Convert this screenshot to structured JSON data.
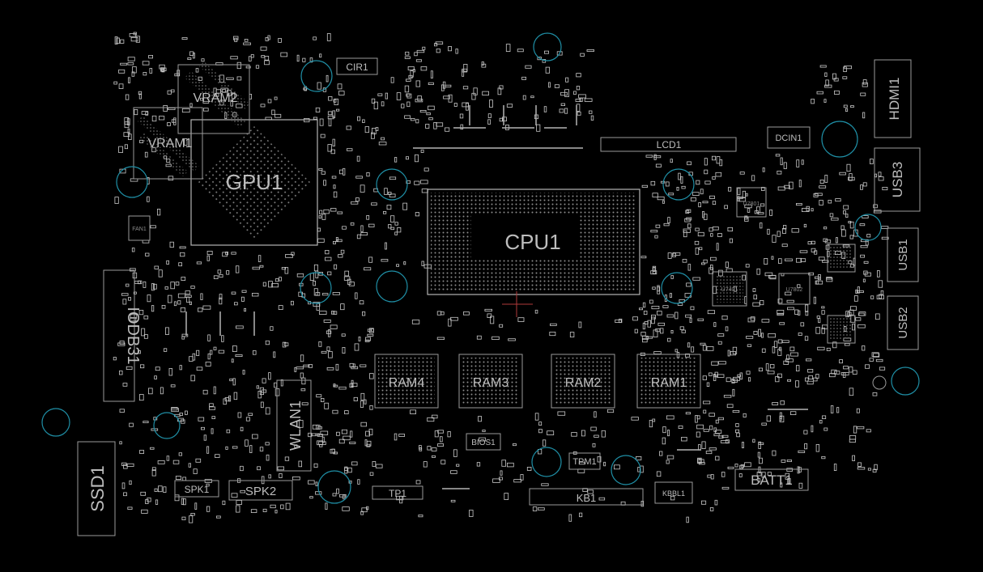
{
  "board": {
    "background": "#000000",
    "outline_color": "#9a9a9a",
    "hole_color": "#1f8fa6",
    "cross_color": "#b03a3a"
  },
  "labels": {
    "cpu": "CPU1",
    "gpu": "GPU1",
    "vram1": "VRAM1",
    "vram2": "VRAM2",
    "ram1": "RAM1",
    "ram2": "RAM2",
    "ram3": "RAM3",
    "ram4": "RAM4",
    "lcd": "LCD1",
    "dcin": "DCIN1",
    "hdmi": "HDMI1",
    "usb1": "USB1",
    "usb2": "USB2",
    "usb3": "USB3",
    "wlan": "WLAN1",
    "ssd": "SSD1",
    "iodb": "IODB31",
    "batt": "BATT1",
    "kb": "KB1",
    "kbbl": "KBBL1",
    "tpm": "TPM1",
    "tp": "TP1",
    "bios": "BIOS1",
    "spk1": "SPK1",
    "spk2": "SPK2",
    "cir": "CIR1",
    "fan": "FAN1",
    "u7801": "U7801",
    "u7802": "U7802",
    "u7401": "U7401"
  }
}
